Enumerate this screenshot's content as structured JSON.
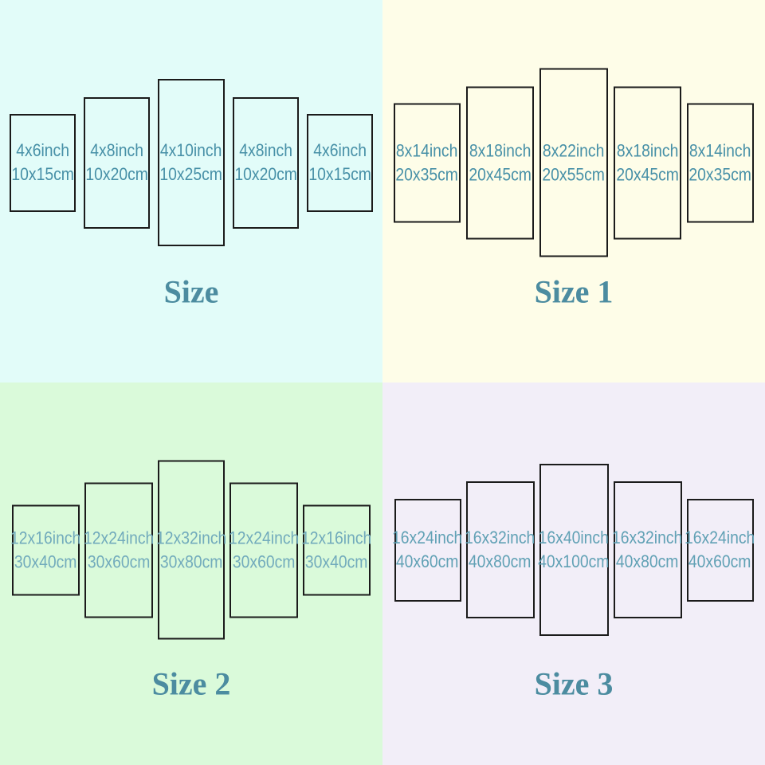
{
  "colors": {
    "quadrant_backgrounds": [
      "#E2FCF9",
      "#FEFDE8",
      "#DAFADA",
      "#F2EEF8"
    ],
    "panel_border": "#1B1B1B",
    "label_teal_dark": "#4790A7",
    "label_teal_light": "#72ABBC",
    "title_teal": "#4C8CA0"
  },
  "quadrants": [
    {
      "title": "Size",
      "bg": "#E2FCF9",
      "label_color": "#4790A7",
      "panels": [
        {
          "inch": "4x6inch",
          "cm": "10x15cm"
        },
        {
          "inch": "4x8inch",
          "cm": "10x20cm"
        },
        {
          "inch": "4x10inch",
          "cm": "10x25cm"
        },
        {
          "inch": "4x8inch",
          "cm": "10x20cm"
        },
        {
          "inch": "4x6inch",
          "cm": "10x15cm"
        }
      ]
    },
    {
      "title": "Size 1",
      "bg": "#FEFDE8",
      "label_color": "#4790A7",
      "panels": [
        {
          "inch": "8x14inch",
          "cm": "20x35cm"
        },
        {
          "inch": "8x18inch",
          "cm": "20x45cm"
        },
        {
          "inch": "8x22inch",
          "cm": "20x55cm"
        },
        {
          "inch": "8x18inch",
          "cm": "20x45cm"
        },
        {
          "inch": "8x14inch",
          "cm": "20x35cm"
        }
      ]
    },
    {
      "title": "Size 2",
      "bg": "#DAFADA",
      "label_color": "#72ABBC",
      "panels": [
        {
          "inch": "12x16inch",
          "cm": "30x40cm"
        },
        {
          "inch": "12x24inch",
          "cm": "30x60cm"
        },
        {
          "inch": "12x32inch",
          "cm": "30x80cm"
        },
        {
          "inch": "12x24inch",
          "cm": "30x60cm"
        },
        {
          "inch": "12x16inch",
          "cm": "30x40cm"
        }
      ]
    },
    {
      "title": "Size 3",
      "bg": "#F2EEF8",
      "label_color": "#61A1B5",
      "panels": [
        {
          "inch": "16x24inch",
          "cm": "40x60cm"
        },
        {
          "inch": "16x32inch",
          "cm": "40x80cm"
        },
        {
          "inch": "16x40inch",
          "cm": "40x100cm"
        },
        {
          "inch": "16x32inch",
          "cm": "40x80cm"
        },
        {
          "inch": "16x24inch",
          "cm": "40x60cm"
        }
      ]
    }
  ]
}
